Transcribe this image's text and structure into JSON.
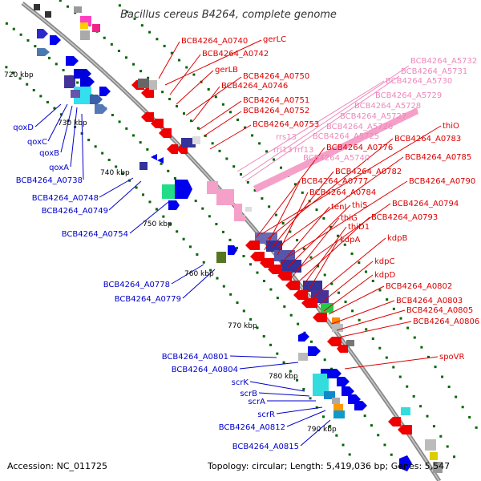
{
  "title": "Bacillus cereus B4264, complete genome",
  "footer": {
    "accession": "Accession: NC_011725",
    "topology": "Topology: circular; Length: 5,419,036 bp; Genes: 5,547"
  },
  "colors": {
    "backbone": "#8a8a8a",
    "plus_strand": "#0000ee",
    "minus_strand": "#ee0000",
    "rna": "#f5a0c8",
    "label_plus": "#0000cc",
    "label_minus": "#dd0000",
    "label_rna": "#ee88bb",
    "kbp_tick": "#006600"
  },
  "kbp_labels": [
    "720 kbp",
    "730 kbp",
    "740 kbp",
    "750 kbp",
    "760 kbp",
    "770 kbp",
    "780 kbp",
    "790 kbp"
  ],
  "labels_left": [
    "qoxD",
    "qoxC",
    "qoxB",
    "qoxA",
    "BCB4264_A0738",
    "BCB4264_A0748",
    "BCB4264_A0749",
    "BCB4264_A0754",
    "BCB4264_A0778",
    "BCB4264_A0779",
    "BCB4264_A0801",
    "BCB4264_A0804",
    "scrK",
    "scrB",
    "scrA",
    "scrR",
    "BCB4264_A0812",
    "BCB4264_A0815"
  ],
  "labels_right": [
    "BCB4264_A0740",
    "gerLC",
    "BCB4264_A0742",
    "gerLB",
    "BCB4264_A0750",
    "BCB4264_A0746",
    "BCB4264_A0751",
    "BCB4264_A0752",
    "BCB4264_A0753",
    "thiO",
    "BCB4264_A0783",
    "BCB4264_A0776",
    "BCB4264_A0785",
    "BCB4264_A0782",
    "BCB4264_A0777",
    "BCB4264_A0790",
    "BCB4264_A0784",
    "tenI",
    "thiS",
    "BCB4264_A0794",
    "thiG",
    "BCB4264_A0793",
    "thiD1",
    "kdpA",
    "kdpB",
    "kdpC",
    "kdpD",
    "BCB4264_A0802",
    "BCB4264_A0803",
    "BCB4264_A0805",
    "BCB4264_A0806",
    "spoVR"
  ],
  "labels_rna": [
    "BCB4264_A5732",
    "BCB4264_A5731",
    "BCB4264_A5730",
    "BCB4264_A5729",
    "BCB4264_A5728",
    "BCB4264_A5727",
    "BCB4264_A5726",
    "rrs13",
    "BCB4264_A5725",
    "rrl13",
    "rrf13",
    "BCB4264_A5740"
  ]
}
